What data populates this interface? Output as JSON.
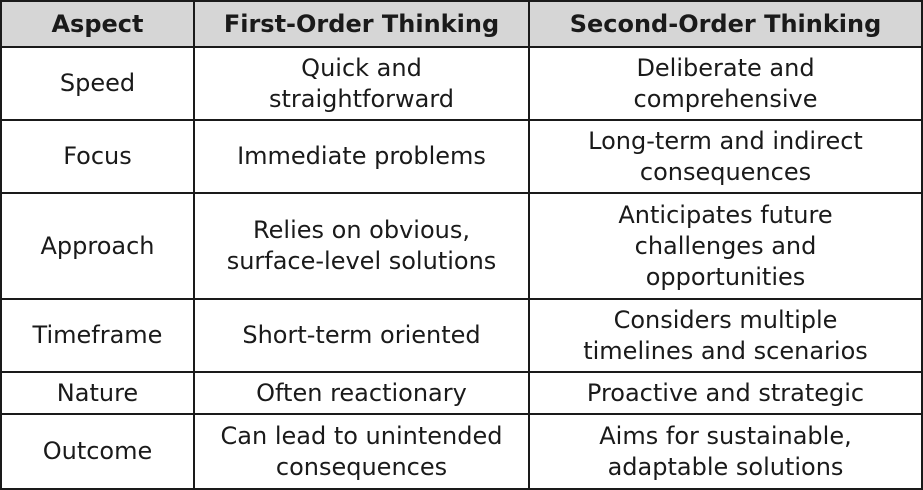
{
  "table": {
    "headers": [
      "Aspect",
      "First-Order Thinking",
      "Second-Order Thinking"
    ],
    "rows": [
      {
        "aspect": "Speed",
        "first": [
          "Quick and",
          "straightforward"
        ],
        "second": [
          "Deliberate and",
          "comprehensive"
        ]
      },
      {
        "aspect": "Focus",
        "first": [
          "Immediate problems"
        ],
        "second": [
          "Long-term and indirect",
          "consequences"
        ]
      },
      {
        "aspect": "Approach",
        "first": [
          "Relies on obvious,",
          "surface-level solutions"
        ],
        "second": [
          "Anticipates future",
          "challenges and",
          "opportunities"
        ]
      },
      {
        "aspect": "Timeframe",
        "first": [
          "Short-term oriented"
        ],
        "second": [
          "Considers multiple",
          "timelines and scenarios"
        ]
      },
      {
        "aspect": "Nature",
        "first": [
          "Often reactionary"
        ],
        "second": [
          "Proactive and strategic"
        ]
      },
      {
        "aspect": "Outcome",
        "first": [
          "Can lead to unintended",
          "consequences"
        ],
        "second": [
          "Aims for sustainable,",
          "adaptable solutions"
        ]
      }
    ]
  }
}
